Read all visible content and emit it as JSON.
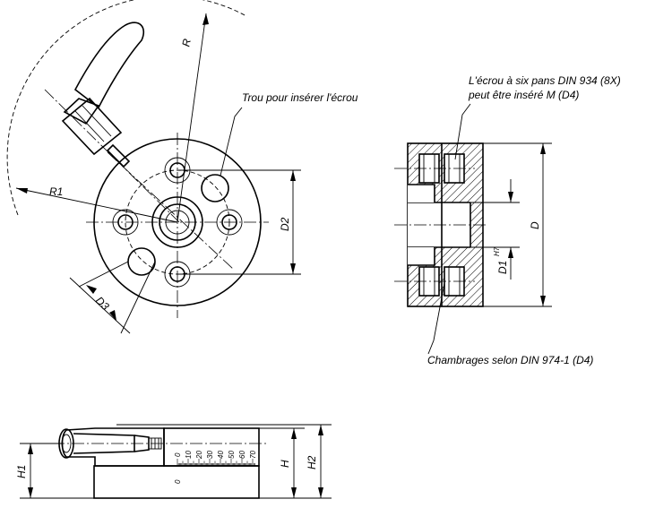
{
  "labels": {
    "r": "R",
    "r1": "R1",
    "d2": "D2",
    "d3": "D3",
    "d": "D",
    "d1": "D1",
    "h7": "H7",
    "h": "H",
    "h1": "H1",
    "h2": "H2"
  },
  "annotations": {
    "hole_note": "Trou pour insérer l'écrou",
    "nut_note_line1": "L'écrou à six pans  DIN 934 (8X)",
    "nut_note_line2": "peut être inséré M (D4)",
    "counterbore_note": "Chambrages selon DIN 974-1 (D4)"
  },
  "scale_numbers": [
    "0",
    "10",
    "20",
    "30",
    "40",
    "50",
    "60",
    "70"
  ],
  "scale_zero_lower": "0"
}
